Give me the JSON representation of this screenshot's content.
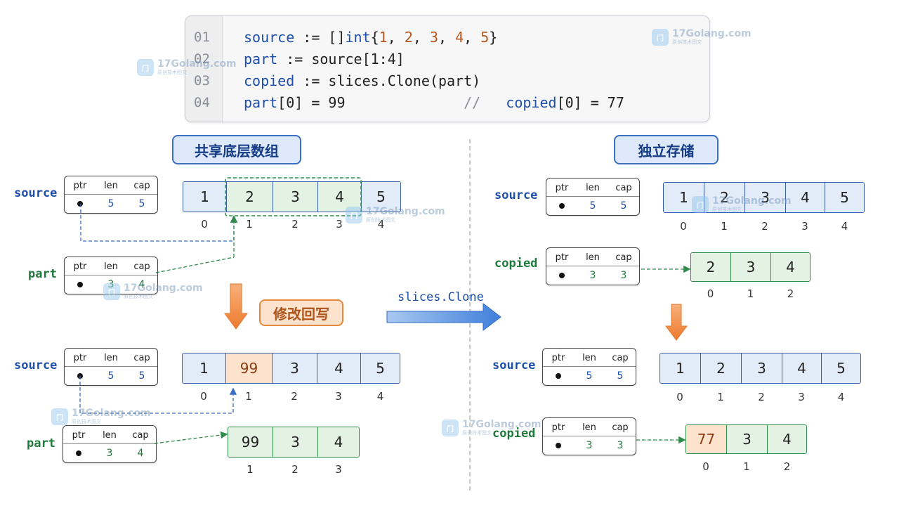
{
  "code": {
    "lines": [
      {
        "no": "01",
        "parts": [
          [
            "kw",
            "source"
          ],
          [
            "",
            " := []"
          ],
          [
            "kw",
            "int"
          ],
          [
            "",
            "{"
          ],
          [
            "num",
            "1"
          ],
          [
            "",
            ", "
          ],
          [
            "num",
            "2"
          ],
          [
            "",
            ", "
          ],
          [
            "num",
            "3"
          ],
          [
            "",
            ", "
          ],
          [
            "num",
            "4"
          ],
          [
            "",
            ", "
          ],
          [
            "num",
            "5"
          ],
          [
            "",
            "}"
          ]
        ]
      },
      {
        "no": "02",
        "parts": [
          [
            "kw",
            "part"
          ],
          [
            "",
            " := source[1:4]"
          ]
        ]
      },
      {
        "no": "03",
        "parts": [
          [
            "kw",
            "copied"
          ],
          [
            "",
            " := slices.Clone(part)"
          ]
        ]
      },
      {
        "no": "04",
        "parts": [
          [
            "kw",
            "part"
          ],
          [
            "",
            "[0] = 99              "
          ],
          [
            "cm",
            "//"
          ],
          [
            "",
            "   "
          ],
          [
            "kw",
            "copied"
          ],
          [
            "",
            "[0] = 77"
          ]
        ]
      }
    ]
  },
  "left": {
    "title": "共享底层数组",
    "action": "修改回写",
    "before": {
      "source_label": "source",
      "source_hdr": {
        "ptr": "ptr",
        "len_h": "len",
        "cap_h": "cap",
        "len": "5",
        "cap": "5"
      },
      "array": [
        "1",
        "2",
        "3",
        "4",
        "5"
      ],
      "indices": [
        "0",
        "1",
        "2",
        "3",
        "4"
      ],
      "part_label": "part",
      "part_hdr": {
        "ptr": "ptr",
        "len_h": "len",
        "cap_h": "cap",
        "len": "3",
        "cap": "4"
      }
    },
    "after": {
      "source_label": "source",
      "source_hdr": {
        "ptr": "ptr",
        "len_h": "len",
        "cap_h": "cap",
        "len": "5",
        "cap": "5"
      },
      "array": [
        "1",
        "99",
        "3",
        "4",
        "5"
      ],
      "indices": [
        "0",
        "1",
        "2",
        "3",
        "4"
      ],
      "part_label": "part",
      "part_hdr": {
        "ptr": "ptr",
        "len_h": "len",
        "cap_h": "cap",
        "len": "3",
        "cap": "4"
      },
      "part_array": [
        "99",
        "3",
        "4"
      ],
      "part_indices": [
        "1",
        "2",
        "3"
      ]
    }
  },
  "middle": {
    "arrow_label": "slices.Clone"
  },
  "right": {
    "title": "独立存储",
    "before": {
      "source_label": "source",
      "source_hdr": {
        "ptr": "ptr",
        "len_h": "len",
        "cap_h": "cap",
        "len": "5",
        "cap": "5"
      },
      "array": [
        "1",
        "2",
        "3",
        "4",
        "5"
      ],
      "indices": [
        "0",
        "1",
        "2",
        "3",
        "4"
      ],
      "copied_label": "copied",
      "copied_hdr": {
        "ptr": "ptr",
        "len_h": "len",
        "cap_h": "cap",
        "len": "3",
        "cap": "3"
      },
      "copied_array": [
        "2",
        "3",
        "4"
      ],
      "copied_indices": [
        "0",
        "1",
        "2"
      ]
    },
    "after": {
      "source_label": "source",
      "source_hdr": {
        "ptr": "ptr",
        "len_h": "len",
        "cap_h": "cap",
        "len": "5",
        "cap": "5"
      },
      "array": [
        "1",
        "2",
        "3",
        "4",
        "5"
      ],
      "indices": [
        "0",
        "1",
        "2",
        "3",
        "4"
      ],
      "copied_label": "copied",
      "copied_hdr": {
        "ptr": "ptr",
        "len_h": "len",
        "cap_h": "cap",
        "len": "3",
        "cap": "3"
      },
      "copied_array": [
        "77",
        "3",
        "4"
      ],
      "copied_indices": [
        "0",
        "1",
        "2"
      ]
    }
  },
  "watermark": {
    "text": "17Golang.com",
    "sub": "原创技术图文",
    "icon": "logo-icon"
  },
  "colors": {
    "blue": "#3b6fc3",
    "green": "#2e8b4a",
    "orange": "#e58a3c"
  }
}
